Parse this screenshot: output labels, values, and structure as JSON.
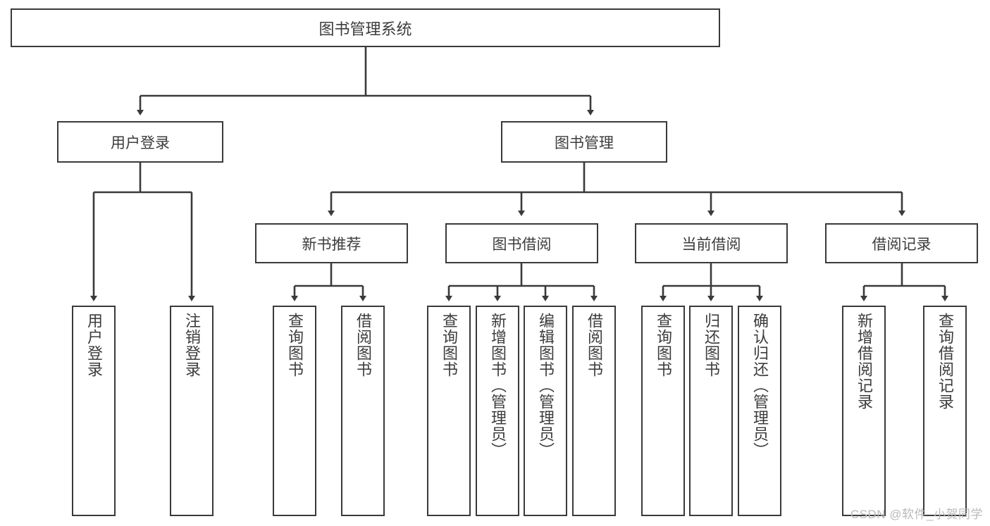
{
  "diagram": {
    "title": "图书管理系统",
    "type": "tree",
    "root": {
      "id": "root",
      "label": "图书管理系统"
    },
    "level2": [
      {
        "id": "user-login",
        "label": "用户登录"
      },
      {
        "id": "book-manage",
        "label": "图书管理"
      }
    ],
    "level3": [
      {
        "id": "new-book-rec",
        "label": "新书推荐"
      },
      {
        "id": "book-borrow",
        "label": "图书借阅"
      },
      {
        "id": "current-borrow",
        "label": "当前借阅"
      },
      {
        "id": "borrow-record",
        "label": "借阅记录"
      }
    ],
    "leaves": {
      "user-login": [
        {
          "id": "leaf-user-login",
          "label": "用户登录"
        },
        {
          "id": "leaf-logout-login",
          "label": "注销登录"
        }
      ],
      "new-book-rec": [
        {
          "id": "leaf-query-book-1",
          "label": "查询图书"
        },
        {
          "id": "leaf-borrow-book-1",
          "label": "借阅图书"
        }
      ],
      "book-borrow": [
        {
          "id": "leaf-query-book-2",
          "label": "查询图书"
        },
        {
          "id": "leaf-add-book",
          "label": "新增图书（管理员）"
        },
        {
          "id": "leaf-edit-book",
          "label": "编辑图书（管理员）"
        },
        {
          "id": "leaf-borrow-book-2",
          "label": "借阅图书"
        }
      ],
      "current-borrow": [
        {
          "id": "leaf-query-book-3",
          "label": "查询图书"
        },
        {
          "id": "leaf-return-book",
          "label": "归还图书"
        },
        {
          "id": "leaf-confirm-return",
          "label": "确认归还（管理员）"
        }
      ],
      "borrow-record": [
        {
          "id": "leaf-add-record",
          "label": "新增借阅记录"
        },
        {
          "id": "leaf-query-record",
          "label": "查询借阅记录"
        }
      ]
    }
  },
  "colors": {
    "stroke": "#3a3a3a",
    "text": "#3c3c3c",
    "background": "#ffffff",
    "watermark": "#b9b9b9"
  },
  "watermark": {
    "text": "CSDN @软件_小贺同学"
  }
}
